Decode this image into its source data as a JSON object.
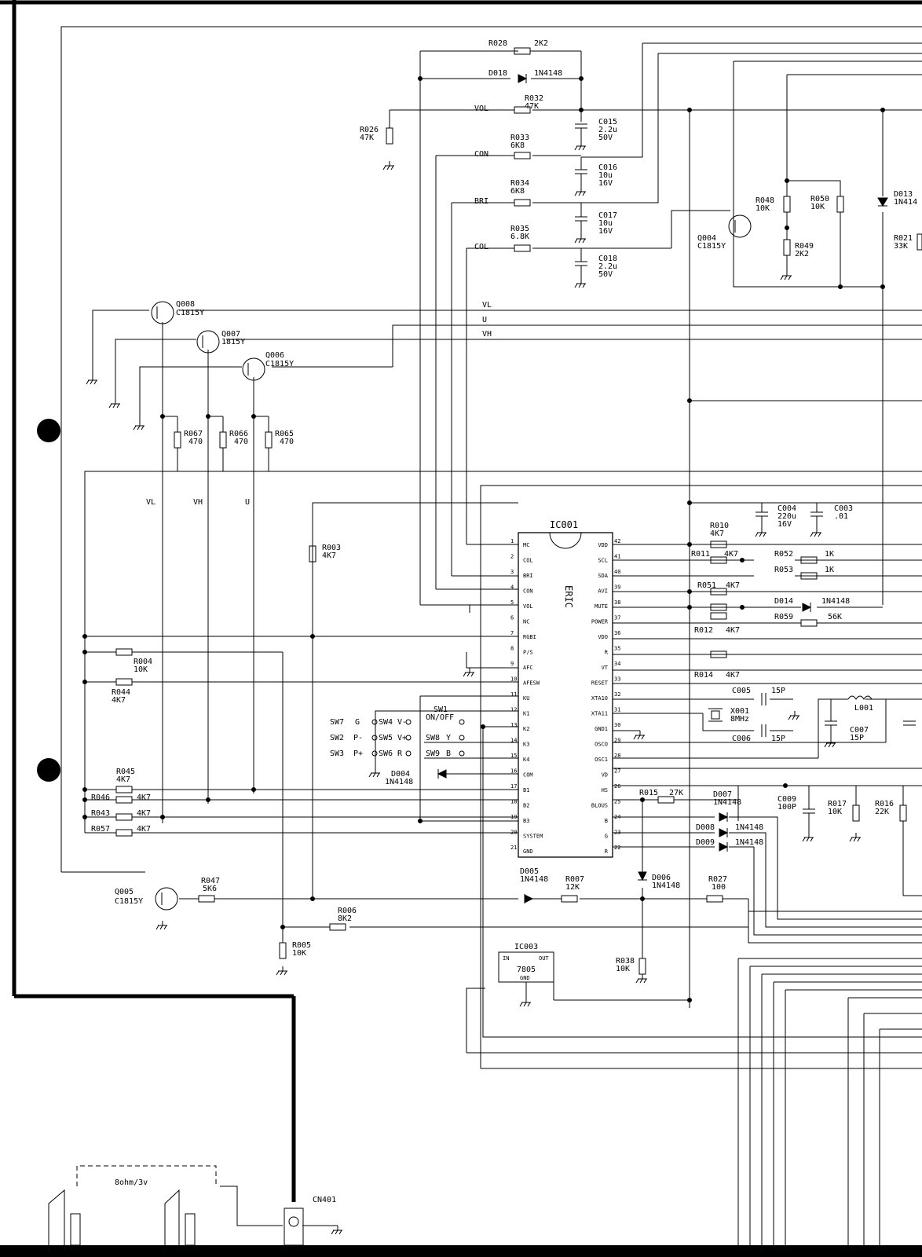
{
  "ic": {
    "name": "IC001",
    "chip": "ERIC",
    "left_pins": [
      {
        "n": "1",
        "label": "MC"
      },
      {
        "n": "2",
        "label": "COL"
      },
      {
        "n": "3",
        "label": "BRI"
      },
      {
        "n": "4",
        "label": "CON"
      },
      {
        "n": "5",
        "label": "VOL"
      },
      {
        "n": "6",
        "label": "NC"
      },
      {
        "n": "7",
        "label": "RGBI"
      },
      {
        "n": "8",
        "label": "P/S"
      },
      {
        "n": "9",
        "label": "AFC"
      },
      {
        "n": "10",
        "label": "AFESW"
      },
      {
        "n": "11",
        "label": "KU"
      },
      {
        "n": "12",
        "label": "K1"
      },
      {
        "n": "13",
        "label": "K2"
      },
      {
        "n": "14",
        "label": "K3"
      },
      {
        "n": "15",
        "label": "K4"
      },
      {
        "n": "16",
        "label": "COM"
      },
      {
        "n": "17",
        "label": "B1"
      },
      {
        "n": "18",
        "label": "B2"
      },
      {
        "n": "19",
        "label": "B3"
      },
      {
        "n": "20",
        "label": "SYSTEM"
      },
      {
        "n": "21",
        "label": "GND"
      }
    ],
    "right_pins": [
      {
        "n": "42",
        "label": "VDD"
      },
      {
        "n": "41",
        "label": "SCL"
      },
      {
        "n": "40",
        "label": "SDA"
      },
      {
        "n": "39",
        "label": "AVI"
      },
      {
        "n": "38",
        "label": "MUTE"
      },
      {
        "n": "37",
        "label": "POWER"
      },
      {
        "n": "36",
        "label": "VDO"
      },
      {
        "n": "35",
        "label": "R"
      },
      {
        "n": "34",
        "label": "VT"
      },
      {
        "n": "33",
        "label": "RESET"
      },
      {
        "n": "32",
        "label": "XTA10"
      },
      {
        "n": "31",
        "label": "XTA11"
      },
      {
        "n": "30",
        "label": "GND1"
      },
      {
        "n": "29",
        "label": "OSCO"
      },
      {
        "n": "28",
        "label": "OSC1"
      },
      {
        "n": "27",
        "label": "VD"
      },
      {
        "n": "26",
        "label": "HS"
      },
      {
        "n": "25",
        "label": "BLOUS"
      },
      {
        "n": "24",
        "label": "B"
      },
      {
        "n": "23",
        "label": "G"
      },
      {
        "n": "22",
        "label": "R"
      }
    ]
  },
  "regulator": {
    "name": "IC003",
    "part": "7805",
    "in": "IN",
    "out": "OUT",
    "gnd": "GND"
  },
  "labels": [
    {
      "id": "r028",
      "text": "R028"
    },
    {
      "id": "r028v",
      "text": "2K2"
    },
    {
      "id": "d018",
      "text": "D018"
    },
    {
      "id": "d018v",
      "text": "1N4148"
    },
    {
      "id": "r032",
      "text": "R032"
    },
    {
      "id": "r032v",
      "text": "47K"
    },
    {
      "id": "vol",
      "text": "VOL"
    },
    {
      "id": "c015",
      "text": "C015"
    },
    {
      "id": "c015a",
      "text": "2.2u"
    },
    {
      "id": "c015b",
      "text": "50V"
    },
    {
      "id": "r026",
      "text": "R026"
    },
    {
      "id": "r026v",
      "text": "47K"
    },
    {
      "id": "r033",
      "text": "R033"
    },
    {
      "id": "r033v",
      "text": "6K8"
    },
    {
      "id": "con",
      "text": "CON"
    },
    {
      "id": "c016",
      "text": "C016"
    },
    {
      "id": "c016a",
      "text": "10u"
    },
    {
      "id": "c016b",
      "text": "16V"
    },
    {
      "id": "r034",
      "text": "R034"
    },
    {
      "id": "r034v",
      "text": "6K8"
    },
    {
      "id": "bri",
      "text": "BRI"
    },
    {
      "id": "c017",
      "text": "C017"
    },
    {
      "id": "c017a",
      "text": "10u"
    },
    {
      "id": "c017b",
      "text": "16V"
    },
    {
      "id": "r035",
      "text": "R035"
    },
    {
      "id": "r035v",
      "text": "6.8K"
    },
    {
      "id": "col",
      "text": "COL"
    },
    {
      "id": "c018",
      "text": "C018"
    },
    {
      "id": "c018a",
      "text": "2.2u"
    },
    {
      "id": "c018b",
      "text": "50V"
    },
    {
      "id": "r048",
      "text": "R048"
    },
    {
      "id": "r048v",
      "text": "10K"
    },
    {
      "id": "r050",
      "text": "R050"
    },
    {
      "id": "r050v",
      "text": "10K"
    },
    {
      "id": "d013",
      "text": "D013"
    },
    {
      "id": "d013v",
      "text": "1N414"
    },
    {
      "id": "q004",
      "text": "Q004"
    },
    {
      "id": "q004v",
      "text": "C1815Y"
    },
    {
      "id": "r049",
      "text": "R049"
    },
    {
      "id": "r049v",
      "text": "2K2"
    },
    {
      "id": "r021",
      "text": "R021"
    },
    {
      "id": "r021v",
      "text": "33K"
    },
    {
      "id": "q008",
      "text": "Q008"
    },
    {
      "id": "q008v",
      "text": "C1815Y"
    },
    {
      "id": "q007",
      "text": "Q007"
    },
    {
      "id": "q007v",
      "text": "1815Y"
    },
    {
      "id": "q006",
      "text": "Q006"
    },
    {
      "id": "q006v",
      "text": "C1815Y"
    },
    {
      "id": "vl",
      "text": "VL"
    },
    {
      "id": "u",
      "text": "U"
    },
    {
      "id": "vh",
      "text": "VH"
    },
    {
      "id": "r067",
      "text": "R067"
    },
    {
      "id": "r067v",
      "text": "470"
    },
    {
      "id": "r066",
      "text": "R066"
    },
    {
      "id": "r066v",
      "text": "470"
    },
    {
      "id": "r065",
      "text": "R065"
    },
    {
      "id": "r065v",
      "text": "470"
    },
    {
      "id": "vl2",
      "text": "VL"
    },
    {
      "id": "vh2",
      "text": "VH"
    },
    {
      "id": "u2",
      "text": "U"
    },
    {
      "id": "r003",
      "text": "R003"
    },
    {
      "id": "r003v",
      "text": "4K7"
    },
    {
      "id": "c004",
      "text": "C004"
    },
    {
      "id": "c004a",
      "text": "220u"
    },
    {
      "id": "c004b",
      "text": "16V"
    },
    {
      "id": "c003",
      "text": "C003"
    },
    {
      "id": "c003v",
      "text": ".01"
    },
    {
      "id": "r010",
      "text": "R010"
    },
    {
      "id": "r010v",
      "text": "4K7"
    },
    {
      "id": "r011",
      "text": "R011"
    },
    {
      "id": "r011v",
      "text": "4K7"
    },
    {
      "id": "r052",
      "text": "R052"
    },
    {
      "id": "r052v",
      "text": "1K"
    },
    {
      "id": "r053",
      "text": "R053"
    },
    {
      "id": "r053v",
      "text": "1K"
    },
    {
      "id": "r051",
      "text": "R051"
    },
    {
      "id": "r051v",
      "text": "4K7"
    },
    {
      "id": "d014",
      "text": "D014"
    },
    {
      "id": "d014v",
      "text": "1N4148"
    },
    {
      "id": "r059",
      "text": "R059"
    },
    {
      "id": "r059v",
      "text": "56K"
    },
    {
      "id": "r012",
      "text": "R012"
    },
    {
      "id": "r012v",
      "text": "4K7"
    },
    {
      "id": "r014",
      "text": "R014"
    },
    {
      "id": "r014v",
      "text": "4K7"
    },
    {
      "id": "c005",
      "text": "C005"
    },
    {
      "id": "c005v",
      "text": "15P"
    },
    {
      "id": "x001",
      "text": "X001"
    },
    {
      "id": "x001v",
      "text": "8MHz"
    },
    {
      "id": "c006",
      "text": "C006"
    },
    {
      "id": "c006v",
      "text": "15P"
    },
    {
      "id": "l001",
      "text": "L001"
    },
    {
      "id": "c007",
      "text": "C007"
    },
    {
      "id": "c007v",
      "text": "15P"
    },
    {
      "id": "r004",
      "text": "R004"
    },
    {
      "id": "r004v",
      "text": "10K"
    },
    {
      "id": "r044",
      "text": "R044"
    },
    {
      "id": "r044v",
      "text": "4K7"
    },
    {
      "id": "sw1",
      "text": "SW1"
    },
    {
      "id": "sw1v",
      "text": "ON/OFF"
    },
    {
      "id": "sw7",
      "text": "SW7"
    },
    {
      "id": "sw7g",
      "text": "G"
    },
    {
      "id": "sw4",
      "text": "SW4"
    },
    {
      "id": "sw4v",
      "text": "V-"
    },
    {
      "id": "sw2",
      "text": "SW2"
    },
    {
      "id": "sw2v",
      "text": "P-"
    },
    {
      "id": "sw5",
      "text": "SW5"
    },
    {
      "id": "sw5v",
      "text": "V+"
    },
    {
      "id": "sw8",
      "text": "SW8"
    },
    {
      "id": "sw8v",
      "text": "Y"
    },
    {
      "id": "sw3",
      "text": "SW3"
    },
    {
      "id": "sw3v",
      "text": "P+"
    },
    {
      "id": "sw6",
      "text": "SW6"
    },
    {
      "id": "sw6v",
      "text": "R"
    },
    {
      "id": "sw9",
      "text": "SW9"
    },
    {
      "id": "sw9v",
      "text": "B"
    },
    {
      "id": "d004",
      "text": "D004"
    },
    {
      "id": "d004v",
      "text": "1N4148"
    },
    {
      "id": "r045",
      "text": "R045"
    },
    {
      "id": "r045v",
      "text": "4K7"
    },
    {
      "id": "r046",
      "text": "R046"
    },
    {
      "id": "r046v",
      "text": "4K7"
    },
    {
      "id": "r043",
      "text": "R043"
    },
    {
      "id": "r043v",
      "text": "4K7"
    },
    {
      "id": "r057",
      "text": "R057"
    },
    {
      "id": "r057v",
      "text": "4K7"
    },
    {
      "id": "r015",
      "text": "R015"
    },
    {
      "id": "r015v",
      "text": "27K"
    },
    {
      "id": "d007",
      "text": "D007"
    },
    {
      "id": "d007v",
      "text": "1N4148"
    },
    {
      "id": "d008",
      "text": "D008"
    },
    {
      "id": "d008v",
      "text": "1N4148"
    },
    {
      "id": "d009",
      "text": "D009"
    },
    {
      "id": "d009v",
      "text": "1N4148"
    },
    {
      "id": "c009",
      "text": "C009"
    },
    {
      "id": "c009v",
      "text": "100P"
    },
    {
      "id": "r017",
      "text": "R017"
    },
    {
      "id": "r017v",
      "text": "10K"
    },
    {
      "id": "r016",
      "text": "R016"
    },
    {
      "id": "r016v",
      "text": "22K"
    },
    {
      "id": "q005",
      "text": "Q005"
    },
    {
      "id": "q005v",
      "text": "C1815Y"
    },
    {
      "id": "r047",
      "text": "R047"
    },
    {
      "id": "r047v",
      "text": "5K6"
    },
    {
      "id": "d005",
      "text": "D005"
    },
    {
      "id": "d005v",
      "text": "1N4148"
    },
    {
      "id": "r007",
      "text": "R007"
    },
    {
      "id": "r007v",
      "text": "12K"
    },
    {
      "id": "d006",
      "text": "D006"
    },
    {
      "id": "d006v",
      "text": "1N4148"
    },
    {
      "id": "r027",
      "text": "R027"
    },
    {
      "id": "r027v",
      "text": "100"
    },
    {
      "id": "r006",
      "text": "R006"
    },
    {
      "id": "r006v",
      "text": "8K2"
    },
    {
      "id": "r005",
      "text": "R005"
    },
    {
      "id": "r005v",
      "text": "10K"
    },
    {
      "id": "r038",
      "text": "R038"
    },
    {
      "id": "r038v",
      "text": "10K"
    },
    {
      "id": "spk",
      "text": "8ohm/3v"
    },
    {
      "id": "cn401",
      "text": "CN401"
    }
  ]
}
